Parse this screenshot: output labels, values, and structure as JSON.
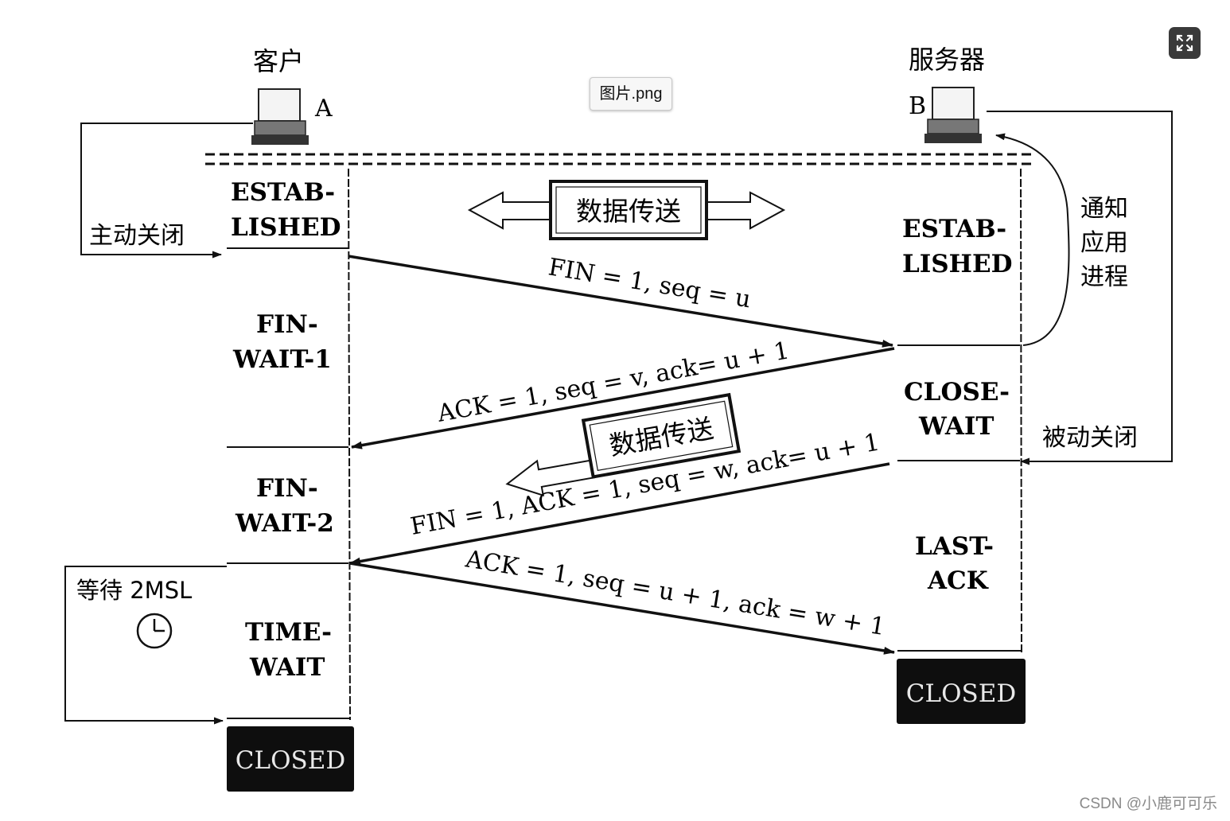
{
  "client": {
    "title": "客户",
    "host": "A"
  },
  "server": {
    "title": "服务器",
    "host": "B"
  },
  "client_states": {
    "established": [
      "ESTAB-",
      "LISHED"
    ],
    "fin_wait_1": [
      "FIN-",
      "WAIT-1"
    ],
    "fin_wait_2": [
      "FIN-",
      "WAIT-2"
    ],
    "time_wait": [
      "TIME-",
      "WAIT"
    ],
    "closed": "CLOSED"
  },
  "server_states": {
    "established": [
      "ESTAB-",
      "LISHED"
    ],
    "close_wait": [
      "CLOSE-",
      "WAIT"
    ],
    "last_ack": [
      "LAST-",
      "ACK"
    ],
    "closed": "CLOSED"
  },
  "active_close": "主动关闭",
  "passive_close": "被动关闭",
  "notify_app": [
    "通知",
    "应用",
    "进程"
  ],
  "wait_2msl": "等待 2MSL",
  "data_transfer": "数据传送",
  "messages": {
    "fin1": "FIN = 1, seq = u",
    "ack1": "ACK = 1, seq = v, ack= u + 1",
    "fin2": "FIN = 1, ACK = 1, seq = w, ack= u + 1",
    "ack2": "ACK = 1, seq = u + 1, ack = w + 1"
  },
  "ui": {
    "tooltip": "图片.png",
    "watermark": "CSDN @小鹿可可乐"
  }
}
